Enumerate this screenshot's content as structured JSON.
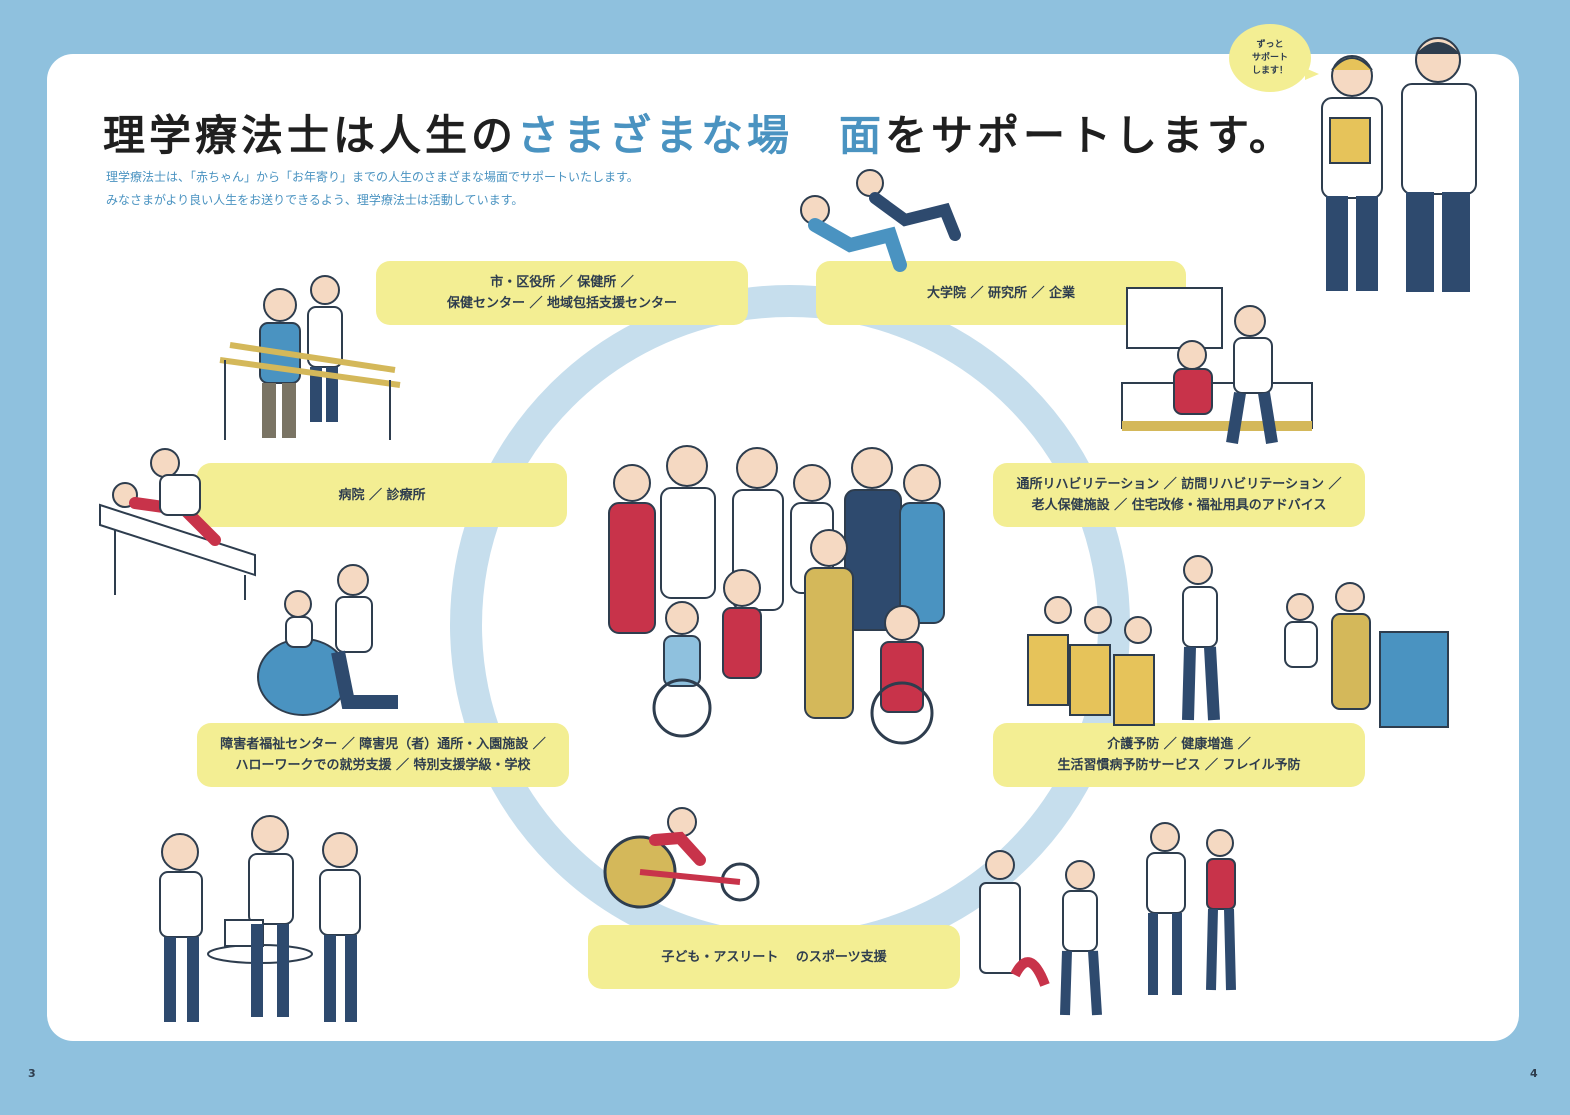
{
  "header": {
    "title_part1": "理学療法士は人生の",
    "title_highlight": "さまざまな場　面",
    "title_part2": "をサポートします。",
    "intro_line1": "理学療法士は、「赤ちゃん」から「お年寄り」までの人生のさまざまな場面でサポートいたします。",
    "intro_line2": "みなさまがより良い人生をお送りできるよう、理学療法士は活動しています。"
  },
  "bubble": {
    "line1": "ずっと",
    "line2": "サポート",
    "line3": "します！"
  },
  "labels": {
    "city_office": {
      "line1": "市・区役所 ／ 保健所 ／",
      "line2": "保健センター ／ 地域包括支援センター"
    },
    "university": {
      "line1": "大学院 ／ 研究所 ／ 企業"
    },
    "hospital": {
      "line1": "病院 ／ 診療所"
    },
    "home_rehab": {
      "line1": "通所リハビリテーション ／ 訪問リハビリテーション ／",
      "line2": "老人保健施設 ／ 住宅改修・福祉用具のアドバイス"
    },
    "disability": {
      "line1": "障害者福祉センター ／ 障害児（者）通所・入園施設 ／",
      "line2": "ハローワークでの就労支援 ／ 特別支援学級・学校"
    },
    "prevention": {
      "line1": "介護予防 ／ 健康増進 ／",
      "line2": "生活習慣病予防サービス ／ フレイル予防"
    },
    "sports": {
      "line1": "子ども・アスリート　 のスポーツ支援"
    }
  },
  "page_numbers": {
    "left": "3",
    "right": "4"
  },
  "colors": {
    "background": "#8fc1de",
    "accent": "#4a93c1",
    "label_fill": "#f3ee93",
    "ring": "#c6deed"
  }
}
